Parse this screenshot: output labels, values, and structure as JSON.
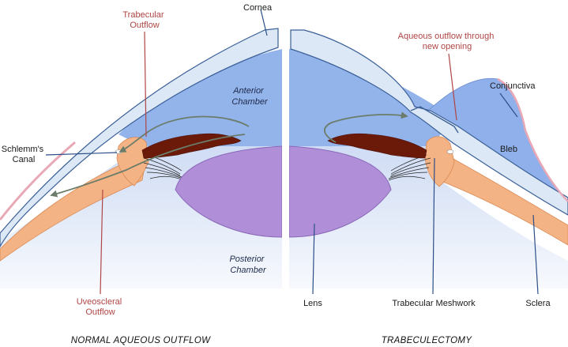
{
  "labels": {
    "cornea": "Cornea",
    "trabecular_outflow": [
      "Trabecular",
      "Outflow"
    ],
    "anterior_chamber": [
      "Anterior",
      "Chamber"
    ],
    "schlemms_canal": [
      "Schlemm's",
      "Canal"
    ],
    "uveoscleral_outflow": [
      "Uveoscleral",
      "Outflow"
    ],
    "posterior_chamber": [
      "Posterior",
      "Chamber"
    ],
    "aqueous_outflow": [
      "Aqueous outflow through",
      "new opening"
    ],
    "conjunctiva": "Conjunctiva",
    "bleb": "Bleb",
    "lens": "Lens",
    "trabecular_meshwork": "Trabecular Meshwork",
    "sclera": "Sclera"
  },
  "captions": {
    "left": "NORMAL AQUEOUS OUTFLOW",
    "right": "TRABECULECTOMY"
  },
  "colors": {
    "cornea": "#dce8f5",
    "cornea_stroke": "#3a5f97",
    "chamber": "#93b3eb",
    "posterior": "#e9effa",
    "lens": "#b08fd8",
    "iris": "#6b1a0a",
    "ciliary": "#f4b384",
    "bleb": "#8fb0ea",
    "label_red": "#b04545",
    "leader_blue": "#2b4e88"
  }
}
